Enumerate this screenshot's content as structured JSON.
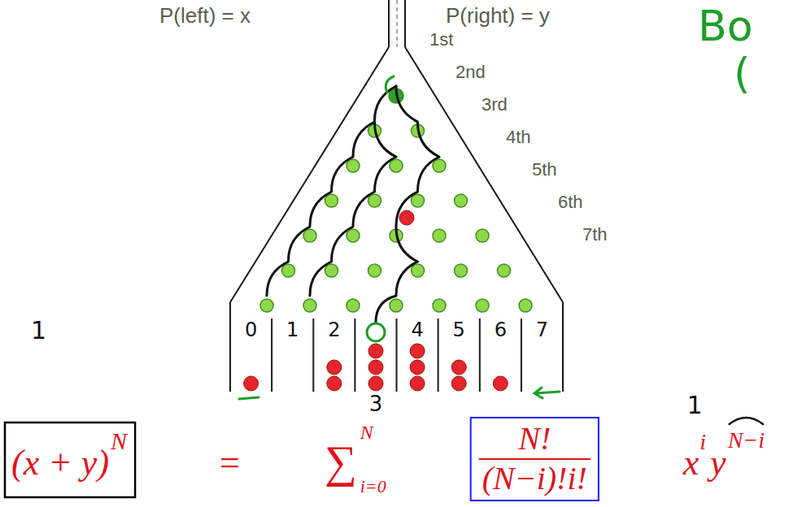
{
  "diagram": {
    "labels": [
      "P(left) = x",
      "P(right) = y",
      "Bo",
      "(",
      "1st",
      "2nd",
      "3rd",
      "4th",
      "5th",
      "6th",
      "7th",
      "1",
      "0",
      "1",
      "2",
      "3",
      "4",
      "5",
      "6",
      "7",
      "1",
      "(x + y)",
      "N",
      "=",
      "∑",
      "N",
      "i=0",
      "N!",
      "(N−i)!i!",
      "x",
      "i",
      "y",
      "N−i"
    ]
  }
}
